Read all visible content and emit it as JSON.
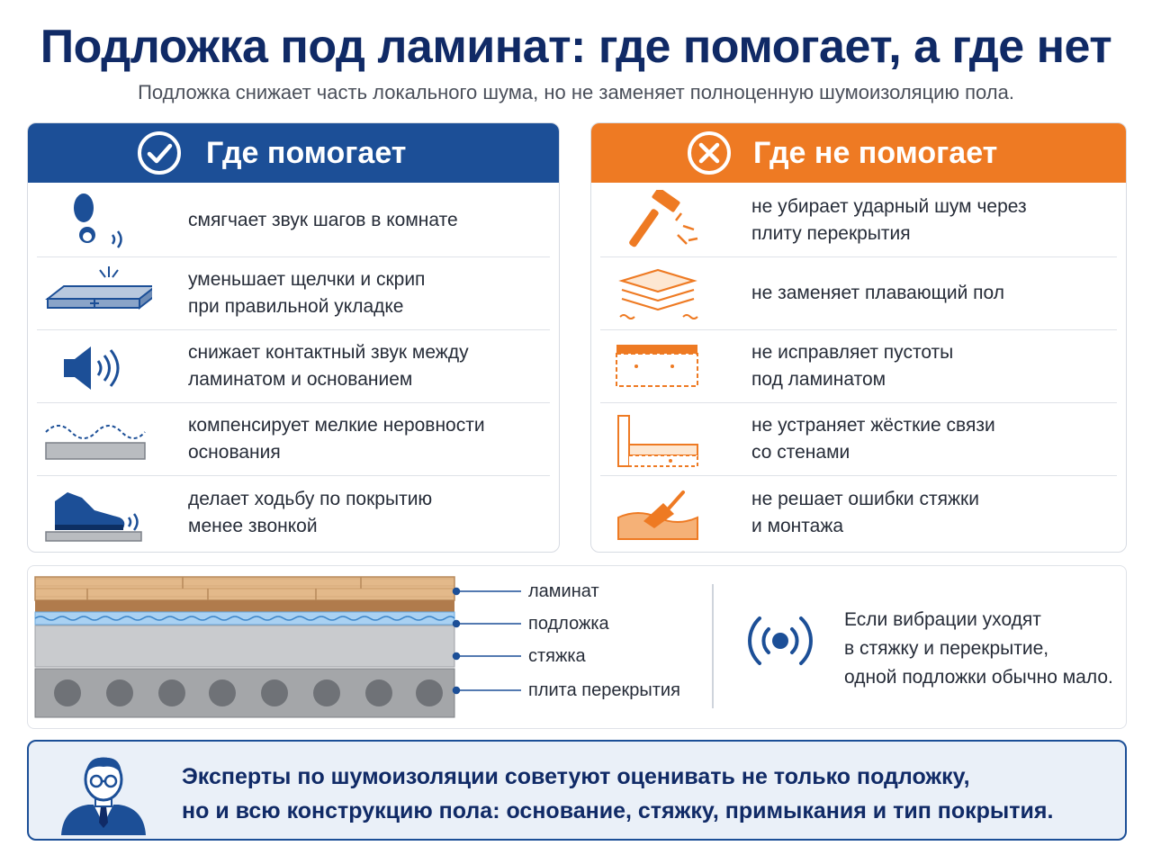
{
  "header": {
    "title": "Подложка под ламинат: где помогает, а где нет",
    "subtitle": "Подложка снижает часть локального шума, но не заменяет полноценную шумоизоляцию пола."
  },
  "helps": {
    "title": "Где помогает",
    "icon": "checkmark-circle-icon",
    "color": "#1c4f97",
    "items": [
      {
        "text": "смягчает звук шагов в комнате",
        "icon": "footprint-sound-icon"
      },
      {
        "text": "уменьшает щелчки и скрип\nпри правильной укладке",
        "icon": "laminate-joint-icon"
      },
      {
        "text": "снижает контактный звук между\nламинатом и основанием",
        "icon": "speaker-icon"
      },
      {
        "text": "компенсирует мелкие неровности\nоснования",
        "icon": "uneven-base-icon"
      },
      {
        "text": "делает ходьбу по покрытию\nменее звонкой",
        "icon": "shoe-sound-icon"
      }
    ]
  },
  "not_helps": {
    "title": "Где не помогает",
    "icon": "cross-circle-icon",
    "color": "#ee7a23",
    "items": [
      {
        "text": "не убирает ударный шум через\nплиту перекрытия",
        "icon": "hammer-impact-icon"
      },
      {
        "text": "не заменяет плавающий пол",
        "icon": "floating-floor-layers-icon"
      },
      {
        "text": "не исправляет пустоты\nпод ламинатом",
        "icon": "voids-icon"
      },
      {
        "text": "не устраняет жёсткие связи\nсо стенами",
        "icon": "wall-connection-icon"
      },
      {
        "text": "не решает ошибки стяжки\nи монтажа",
        "icon": "trowel-icon"
      }
    ]
  },
  "layers": {
    "items": [
      {
        "label": "ламинат",
        "color": "#e3b98a"
      },
      {
        "label": "подложка",
        "color": "#a9d1f2"
      },
      {
        "label": "стяжка",
        "color": "#c9cbce"
      },
      {
        "label": "плита перекрытия",
        "color": "#a4a6a9"
      }
    ],
    "note": "Если вибрации уходят\nв стяжку и перекрытие,\nодной подложки обычно мало.",
    "note_icon": "vibration-icon"
  },
  "expert": {
    "icon": "expert-avatar-icon",
    "text": "Эксперты по шумоизоляции советуют оценивать не только подложку,\nно и всю конструкцию пола: основание, стяжку, примыкания и тип покрытия."
  }
}
